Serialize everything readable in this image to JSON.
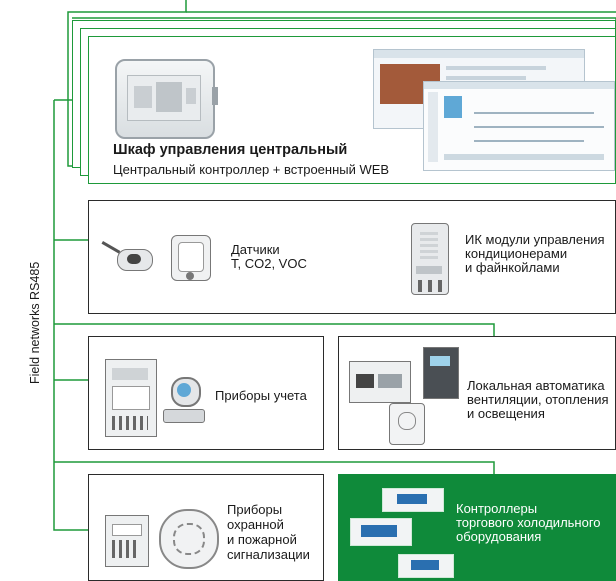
{
  "network_label": "Field networks RS485",
  "central": {
    "title": "Шкаф управления центральный",
    "subtitle": "Центральный контроллер + встроенный WEB"
  },
  "sensors": {
    "lines": [
      "Датчики",
      "T, CO2, VOC"
    ]
  },
  "ir_modules": {
    "lines": [
      "ИК модули управления",
      "кондиционерами",
      "и файнкойлами"
    ]
  },
  "meters": {
    "label": "Приборы учета"
  },
  "local_automation": {
    "lines": [
      "Локальная автоматика",
      "вентиляции, отопления",
      "и освещения"
    ]
  },
  "security": {
    "lines": [
      "Приборы",
      "охранной",
      "и пожарной",
      "сигнализации"
    ]
  },
  "refrigeration": {
    "lines": [
      "Контроллеры",
      "торгового холодильного",
      "оборудования"
    ]
  },
  "colors": {
    "line_green": "#1e9a3a",
    "panel_green": "#0f8a3a",
    "border_dark": "#2b2b2b"
  }
}
